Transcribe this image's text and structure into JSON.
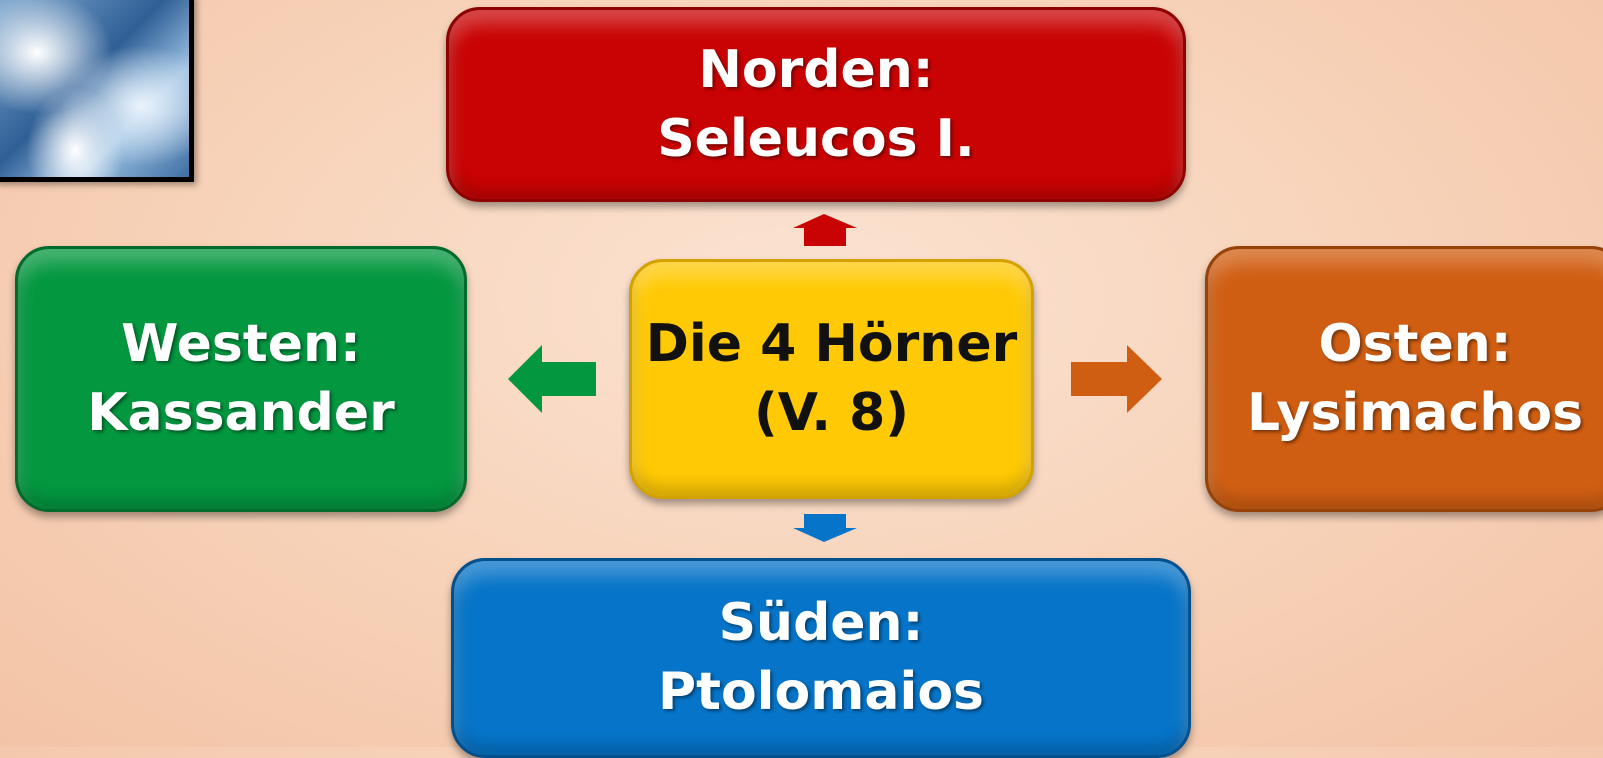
{
  "diagram": {
    "center": {
      "line1": "Die 4 Hörner",
      "line2": "(V. 8)"
    },
    "north": {
      "line1": "Norden:",
      "line2": "Seleucos I."
    },
    "west": {
      "line1": "Westen:",
      "line2": "Kassander"
    },
    "east": {
      "line1": "Osten:",
      "line2": "Lysimachos"
    },
    "south": {
      "line1": "Süden:",
      "line2": "Ptolomaios"
    },
    "colors": {
      "north": "#c90303",
      "west": "#03973f",
      "east": "#d05e12",
      "south": "#0674c8",
      "center": "#ffc905",
      "background": "#f7d2b8"
    }
  }
}
